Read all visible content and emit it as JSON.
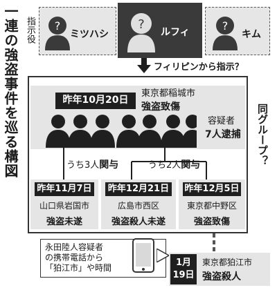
{
  "title": "一連の強盗事件を巡る構図",
  "commander_label": "指示役",
  "leaders": {
    "left": "ミツハシ",
    "center": "ルフィ",
    "right": "キム"
  },
  "instruction": "フィリピンから指示？",
  "same_group": "同グループ？",
  "main_case": {
    "date": "昨年10月20日",
    "place": "東京都稲城市",
    "crime": "強盗致傷",
    "suspects_line1": "容疑者",
    "suspects_line2": "7人逮捕"
  },
  "involvement_left": {
    "prefix": "うち3人",
    "suffix": "関与"
  },
  "involvement_right": {
    "prefix": "うち2人",
    "suffix": "関与"
  },
  "sub_cases": [
    {
      "date": "昨年11月7日",
      "place": "山口県岩国市",
      "crime": "強盗未遂"
    },
    {
      "date": "昨年12月21日",
      "place": "広島市西区",
      "crime": "強盗殺人未遂"
    },
    {
      "date": "昨年12月5日",
      "place": "東京都中野区",
      "crime": "強盗致傷"
    }
  ],
  "callout": {
    "line1": "永田陸人容疑者",
    "line2": "の携帯電話から",
    "line3": "「狛江市」や時間"
  },
  "final_case": {
    "date_line1": "1月",
    "date_line2": "19日",
    "place": "東京都狛江市",
    "crime": "強盗殺人"
  },
  "colors": {
    "dark": "#1f1f1f",
    "grey": "#e5e5e5",
    "leader_dark": "#3a3a3a"
  }
}
